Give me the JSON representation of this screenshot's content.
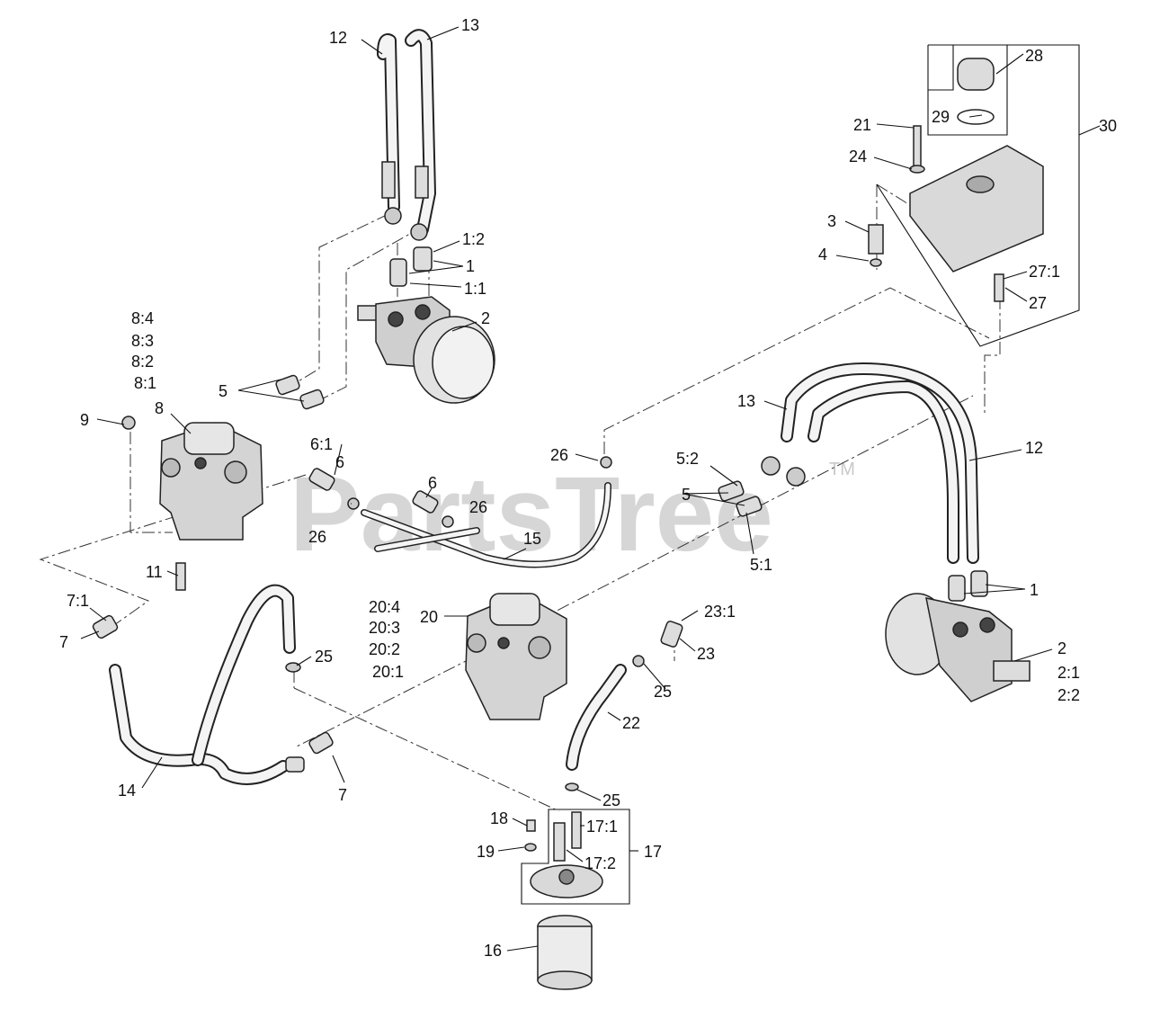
{
  "watermark": {
    "text": "PartsTree",
    "tm": "TM"
  },
  "callouts": [
    {
      "id": "c-12-top",
      "text": "12"
    },
    {
      "id": "c-13-top",
      "text": "13"
    },
    {
      "id": "c-1-2-left",
      "text": "1:2"
    },
    {
      "id": "c-1-left",
      "text": "1"
    },
    {
      "id": "c-1-1-left",
      "text": "1:1"
    },
    {
      "id": "c-2-left",
      "text": "2"
    },
    {
      "id": "c-8-4",
      "text": "8:4"
    },
    {
      "id": "c-8-3",
      "text": "8:3"
    },
    {
      "id": "c-8-2",
      "text": "8:2"
    },
    {
      "id": "c-8-1",
      "text": "8:1"
    },
    {
      "id": "c-5-left",
      "text": "5"
    },
    {
      "id": "c-9",
      "text": "9"
    },
    {
      "id": "c-8",
      "text": "8"
    },
    {
      "id": "c-6-1",
      "text": "6:1"
    },
    {
      "id": "c-6-left",
      "text": "6"
    },
    {
      "id": "c-26-left",
      "text": "26"
    },
    {
      "id": "c-6-mid",
      "text": "6"
    },
    {
      "id": "c-26-mid",
      "text": "26"
    },
    {
      "id": "c-26-top",
      "text": "26"
    },
    {
      "id": "c-15",
      "text": "15"
    },
    {
      "id": "c-11",
      "text": "11"
    },
    {
      "id": "c-5-2",
      "text": "5:2"
    },
    {
      "id": "c-5-right",
      "text": "5"
    },
    {
      "id": "c-5-1",
      "text": "5:1"
    },
    {
      "id": "c-13-right",
      "text": "13"
    },
    {
      "id": "c-12-right",
      "text": "12"
    },
    {
      "id": "c-1-right",
      "text": "1"
    },
    {
      "id": "c-2-right",
      "text": "2"
    },
    {
      "id": "c-2-1",
      "text": "2:1"
    },
    {
      "id": "c-2-2",
      "text": "2:2"
    },
    {
      "id": "c-28",
      "text": "28"
    },
    {
      "id": "c-29",
      "text": "29"
    },
    {
      "id": "c-21",
      "text": "21"
    },
    {
      "id": "c-30",
      "text": "30"
    },
    {
      "id": "c-24",
      "text": "24"
    },
    {
      "id": "c-3",
      "text": "3"
    },
    {
      "id": "c-4",
      "text": "4"
    },
    {
      "id": "c-27-1",
      "text": "27:1"
    },
    {
      "id": "c-27",
      "text": "27"
    },
    {
      "id": "c-7-1",
      "text": "7:1"
    },
    {
      "id": "c-7-left",
      "text": "7"
    },
    {
      "id": "c-25-left",
      "text": "25"
    },
    {
      "id": "c-20-4",
      "text": "20:4"
    },
    {
      "id": "c-20-3",
      "text": "20:3"
    },
    {
      "id": "c-20-2",
      "text": "20:2"
    },
    {
      "id": "c-20-1",
      "text": "20:1"
    },
    {
      "id": "c-20",
      "text": "20"
    },
    {
      "id": "c-23-1",
      "text": "23:1"
    },
    {
      "id": "c-23",
      "text": "23"
    },
    {
      "id": "c-25-mid",
      "text": "25"
    },
    {
      "id": "c-22",
      "text": "22"
    },
    {
      "id": "c-14",
      "text": "14"
    },
    {
      "id": "c-7-bottom",
      "text": "7"
    },
    {
      "id": "c-25-bottom",
      "text": "25"
    },
    {
      "id": "c-18",
      "text": "18"
    },
    {
      "id": "c-17-1",
      "text": "17:1"
    },
    {
      "id": "c-19",
      "text": "19"
    },
    {
      "id": "c-17-2",
      "text": "17:2"
    },
    {
      "id": "c-17",
      "text": "17"
    },
    {
      "id": "c-16",
      "text": "16"
    }
  ]
}
